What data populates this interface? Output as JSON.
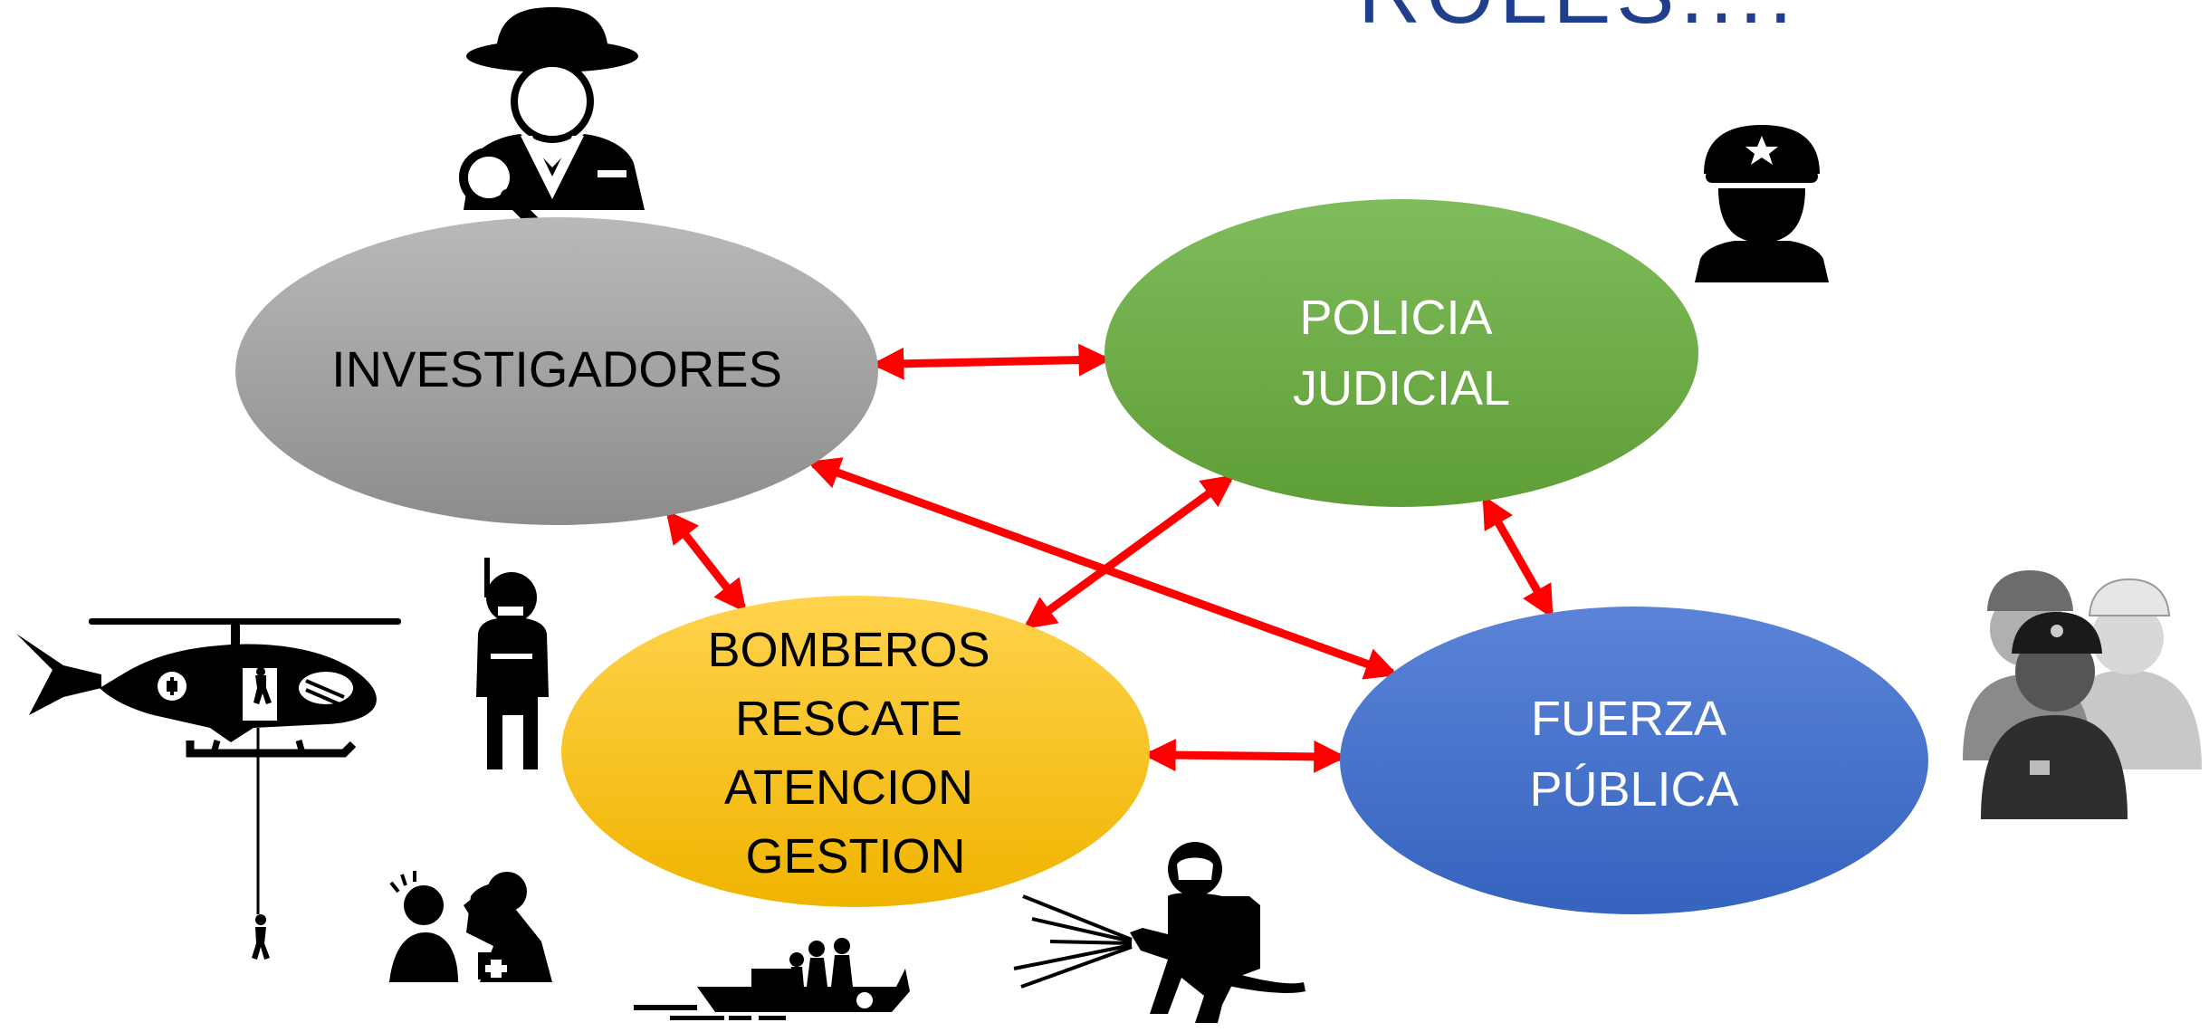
{
  "title": {
    "text": "ROLES....",
    "color": "#1f3e8c"
  },
  "colors": {
    "arrow": "#ff0000",
    "icon": "#000000"
  },
  "nodes": [
    {
      "id": "investigadores",
      "lines": [
        "INVESTIGADORES"
      ],
      "fill_top": "#b9b9b9",
      "fill_bottom": "#8c8c8c",
      "text_color": "#000000"
    },
    {
      "id": "policia",
      "lines": [
        "POLICIA",
        "JUDICIAL"
      ],
      "fill_top": "#7fbc5c",
      "fill_bottom": "#5e9e36",
      "text_color": "#ffffff"
    },
    {
      "id": "bomberos",
      "lines": [
        "BOMBEROS",
        "RESCATE",
        "ATENCION",
        "GESTION"
      ],
      "fill_top": "#ffd34d",
      "fill_bottom": "#f0b400",
      "text_color": "#000000"
    },
    {
      "id": "fuerza",
      "lines": [
        "FUERZA",
        "PÚBLICA"
      ],
      "fill_top": "#5b84d8",
      "fill_bottom": "#3563be",
      "text_color": "#ffffff"
    }
  ],
  "connections": [
    {
      "from": "investigadores",
      "to": "policia"
    },
    {
      "from": "investigadores",
      "to": "fuerza"
    },
    {
      "from": "investigadores",
      "to": "bomberos"
    },
    {
      "from": "policia",
      "to": "bomberos"
    },
    {
      "from": "policia",
      "to": "fuerza"
    },
    {
      "from": "bomberos",
      "to": "fuerza"
    }
  ],
  "icons": [
    "detective-icon",
    "police-officer-icon",
    "security-team-icon",
    "helicopter-icon",
    "rescuer-radio-icon",
    "first-aid-icon",
    "rescue-boat-icon",
    "firefighter-icon"
  ]
}
